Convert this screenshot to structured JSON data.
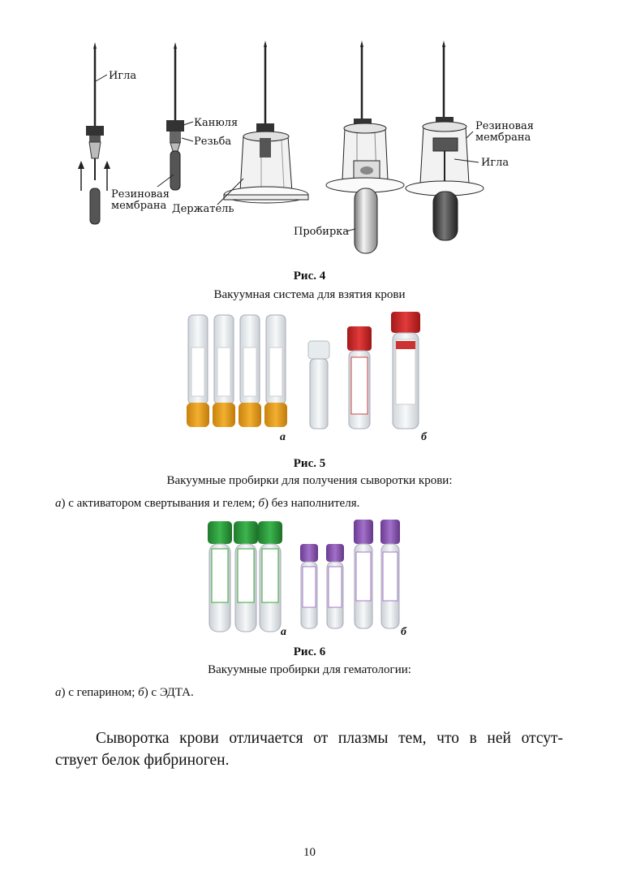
{
  "figure4": {
    "labels": {
      "needle": "Игла",
      "cannula": "Канюля",
      "thread": "Резьба",
      "membrane_line1": "Резиновая",
      "membrane_line2": "мембрана",
      "holder": "Держатель",
      "tube": "Пробирка",
      "membrane2_line1": "Резиновая",
      "membrane2_line2": "мембрана",
      "needle2": "Игла"
    },
    "title": "Рис. 4",
    "caption": "Вакуумная система для взятия крови"
  },
  "figure5": {
    "panel_a": "а",
    "panel_b": "б",
    "title": "Рис. 5",
    "caption": "Вакуумные пробирки для получения сыворотки крови:",
    "sub_a_letter": "а",
    "sub_a_text": ") с активатором свертывания и гелем; ",
    "sub_b_letter": "б",
    "sub_b_text": ") без наполнителя.",
    "colors": {
      "orange_cap": "#e8a21a",
      "red_cap": "#d42a2a",
      "clear_cap": "#e9eef2"
    }
  },
  "figure6": {
    "panel_a": "а",
    "panel_b": "б",
    "title": "Рис. 6",
    "caption": "Вакуумные пробирки для гематологии:",
    "sub_a_letter": "а",
    "sub_a_text": ") с гепарином; ",
    "sub_b_letter": "б",
    "sub_b_text": ") с ЭДТА.",
    "colors": {
      "green_cap": "#2e9a3e",
      "purple_cap": "#8a55b0"
    }
  },
  "paragraph": {
    "line1": "Сыворотка крови отличается от плазмы тем, что в ней отсут-",
    "line2": "ствует белок фибриноген."
  },
  "page_number": "10"
}
